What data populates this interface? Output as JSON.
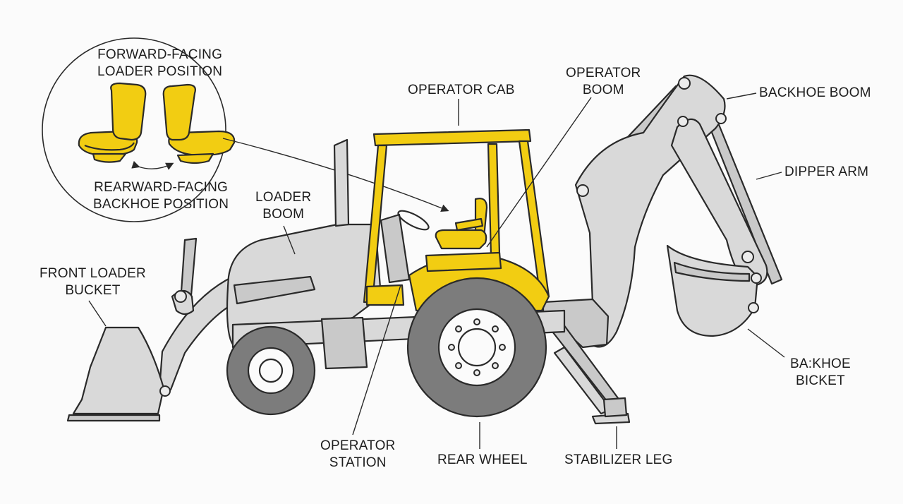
{
  "inset": {
    "forward_label": [
      "FORWARD-FACING",
      "LOADER POSITION"
    ],
    "rearward_label": [
      "REARWARD-FACING",
      "BACKHOE POSITION"
    ]
  },
  "labels": {
    "operator_cab": [
      "OPERATOR CAB"
    ],
    "operator_boom": [
      "OPERATOR",
      "BOOM"
    ],
    "backhoe_boom": [
      "BACKHOE BOOM"
    ],
    "dipper_arm": [
      "DIPPER ARM"
    ],
    "loader_boom": [
      "LOADER",
      "BOOM"
    ],
    "front_loader_bucket": [
      "FRONT LOADER",
      "BUCKET"
    ],
    "backhoe_bucket": [
      "BA:KHOE",
      "BICKET"
    ],
    "operator_station": [
      "OPERATOR",
      "STATION"
    ],
    "rear_wheel": [
      "REAR WHEEL"
    ],
    "stabilizer_leg": [
      "STABILIZER LEG"
    ]
  },
  "colors": {
    "accent_yellow": "#f2cd12",
    "body_gray": "#d9d9d9",
    "tire_gray": "#7c7c7c",
    "outline": "#2a2a2a"
  }
}
